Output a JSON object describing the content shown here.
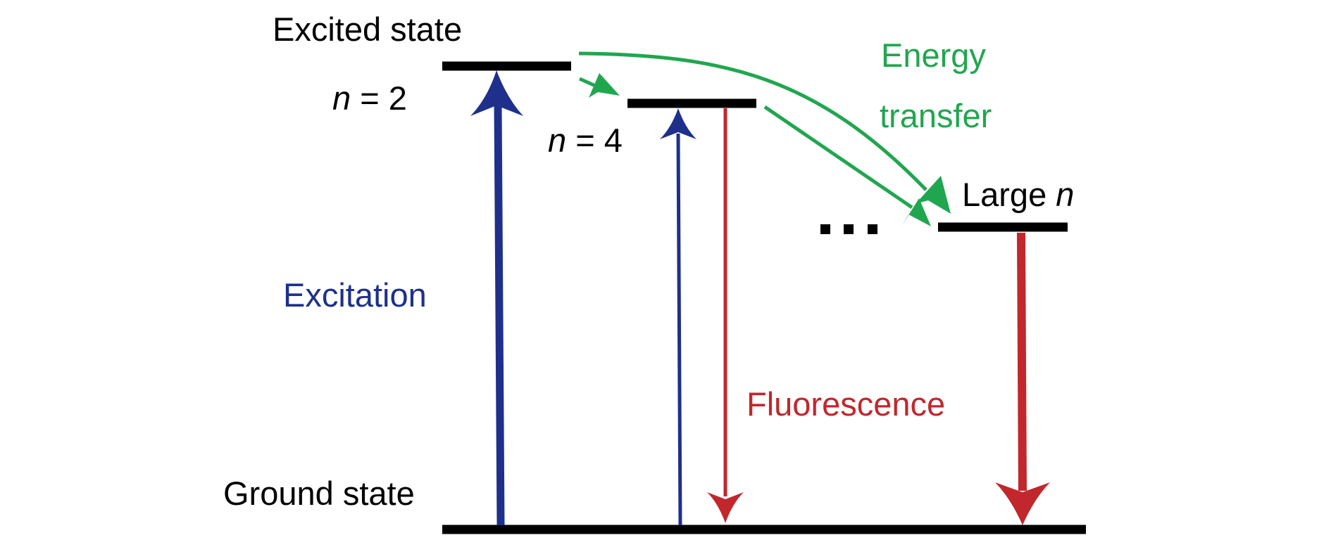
{
  "labels": {
    "excited_state": "Excited state",
    "ground_state": "Ground state",
    "n2_var": "n",
    "n2_eq": " = 2",
    "n4_var": "n",
    "n4_eq": " = 4",
    "large_text": "Large ",
    "large_var": "n",
    "ellipsis": "...",
    "energy": "Energy",
    "transfer": "transfer",
    "excitation": "Excitation",
    "fluorescence": "Fluorescence"
  },
  "colors": {
    "level": "#000000",
    "excitation": "#1f2f8c",
    "fluorescence": "#c1272d",
    "energy_transfer": "#21a650",
    "text": "#000000"
  }
}
